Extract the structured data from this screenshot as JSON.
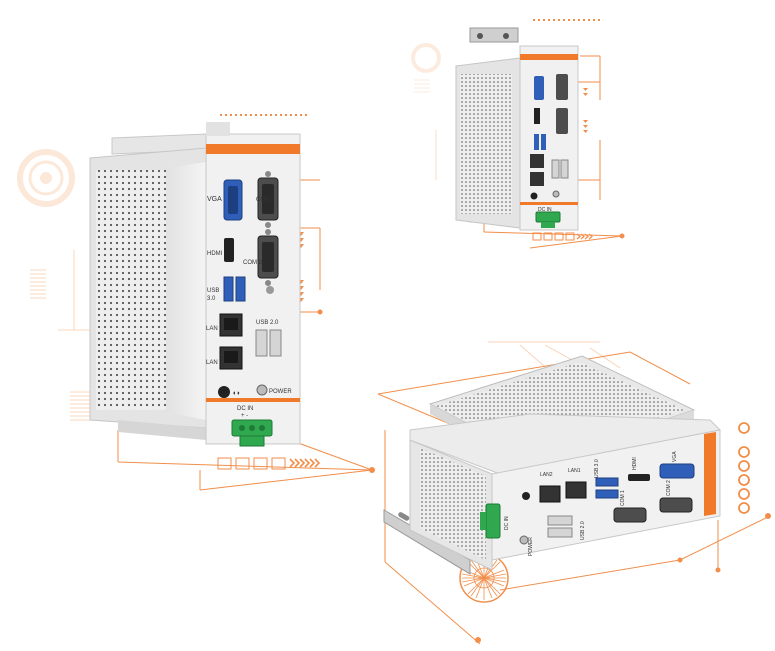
{
  "colors": {
    "accent": "#f07a2a",
    "accent_light": "#f6b27f",
    "chassis": "#efefef",
    "chassis_shade": "#d9d9d9",
    "port_blue": "#2f5fb8",
    "connector_green": "#2fa84f",
    "dark": "#333333"
  },
  "large_unit": {
    "labels": {
      "vga": "VGA",
      "com1": "COM 1",
      "com2": "COM 2",
      "hdmi": "HDMI",
      "usb30_line1": "USB",
      "usb30_line2": "3.0",
      "usb20": "USB 2.0",
      "lan2": "LAN 2",
      "lan1": "LAN 1",
      "power": "POWER",
      "dc_in": "DC IN",
      "polarity": "+ -"
    }
  },
  "small_unit": {
    "labels": {
      "dc_in": "DC IN"
    }
  },
  "horizontal_unit": {
    "labels": {
      "lan1": "LAN1",
      "lan2": "LAN2",
      "usb30": "USB 3.0",
      "hdmi": "HDMI",
      "vga": "VGA",
      "com1": "COM 1",
      "com2": "COM 2",
      "usb20": "USB 2.0",
      "power": "POWER",
      "dc_in": "DC IN"
    }
  },
  "icons": [
    "power-icon",
    "audio-jack-icon",
    "chevron-arrows-icon",
    "target-reticle-icon",
    "ring-outline-icon"
  ]
}
